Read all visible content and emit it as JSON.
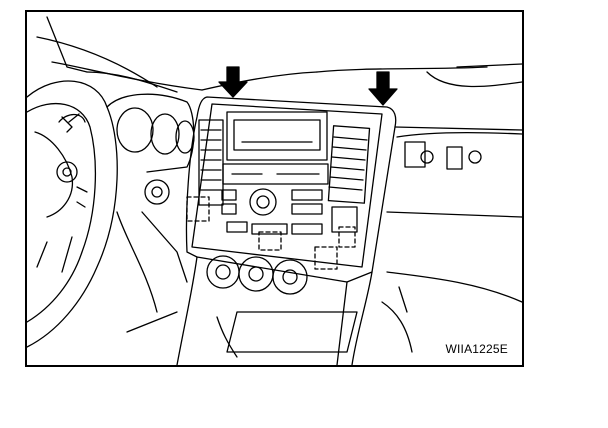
{
  "figure": {
    "id_label": "WIIA1225E"
  },
  "callouts": [
    {
      "name": "arrow-left-upper-clip",
      "icon": "down-arrow-icon"
    },
    {
      "name": "arrow-right-upper-clip",
      "icon": "down-arrow-icon"
    }
  ],
  "hidden_clip_markers": [
    {
      "name": "clip-marker-left"
    },
    {
      "name": "clip-marker-center"
    },
    {
      "name": "clip-marker-right-lower"
    },
    {
      "name": "clip-marker-right"
    }
  ],
  "colors": {
    "line": "#000000",
    "background": "#ffffff"
  }
}
